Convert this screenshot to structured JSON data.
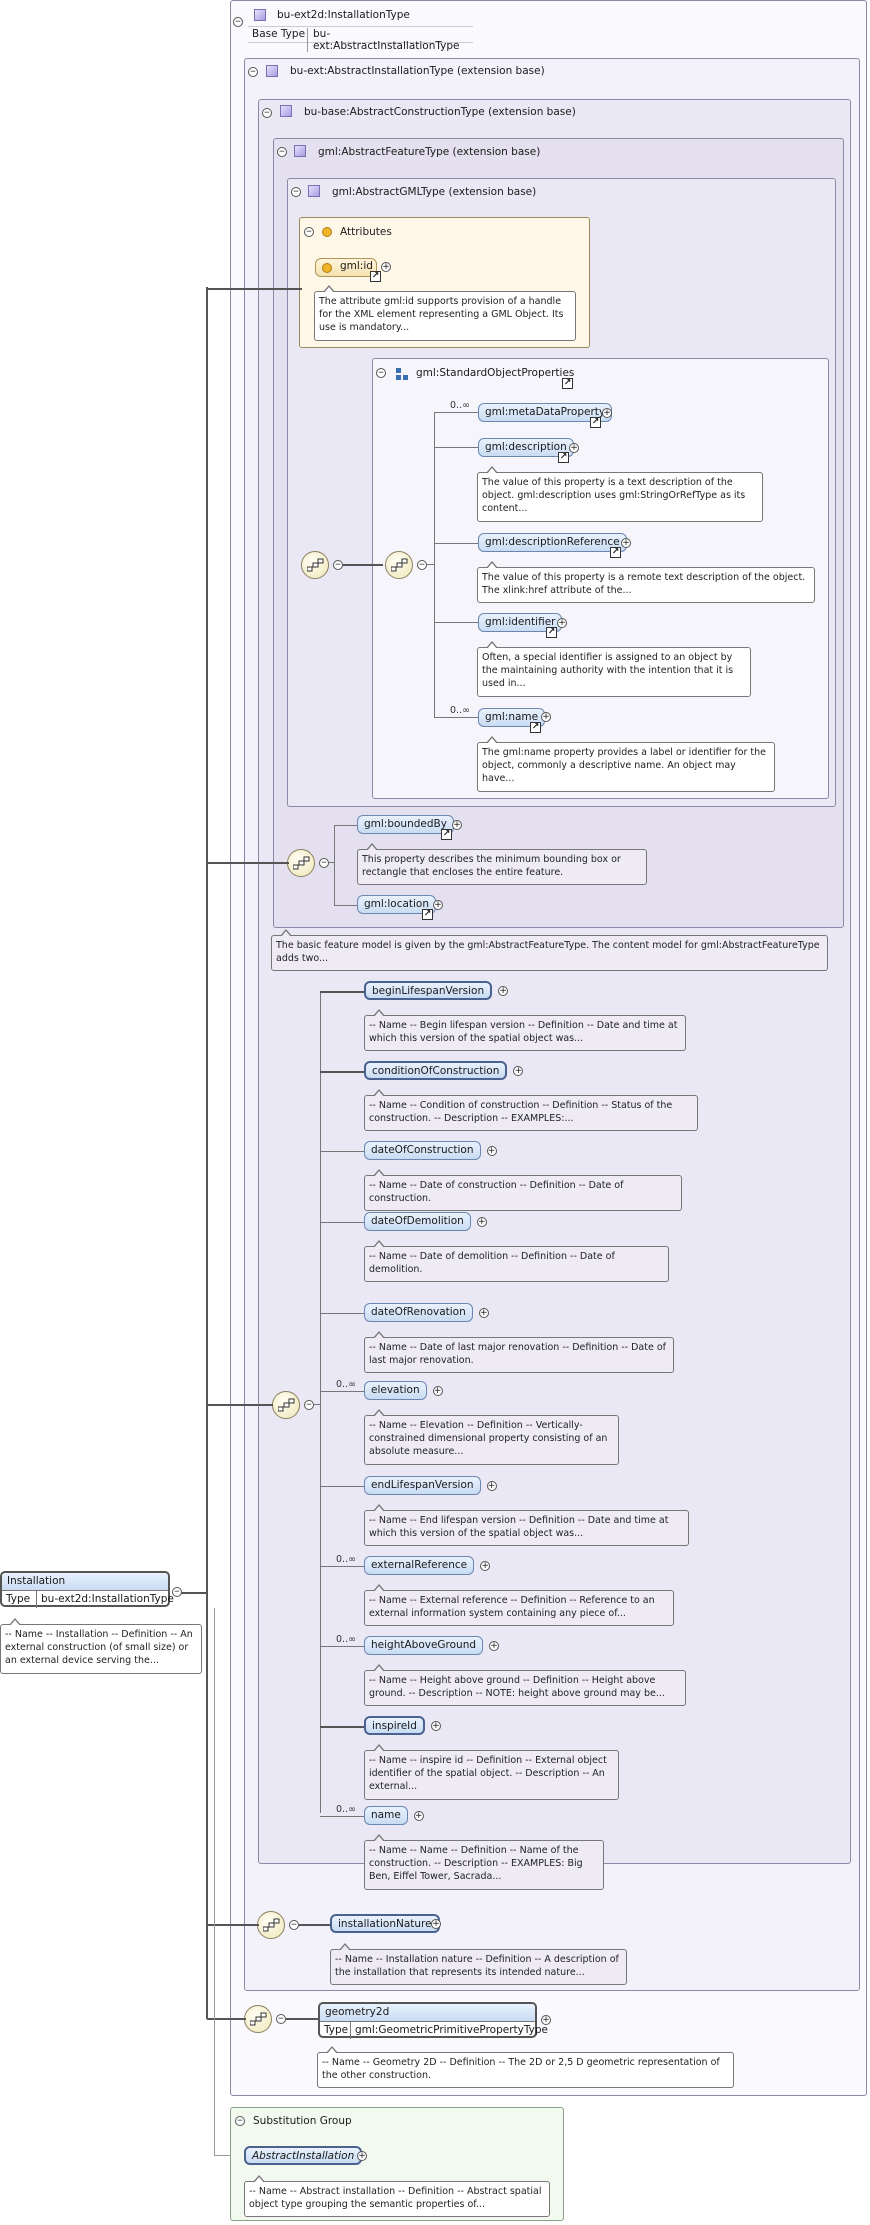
{
  "root": {
    "name": "Installation",
    "type_key": "Type",
    "type_value": "bu-ext2d:InstallationType",
    "doc": "-- Name -- Installation -- Definition -- An external construction (of small size) or an external device serving the..."
  },
  "complex_type": {
    "title": "bu-ext2d:InstallationType",
    "base_type_key": "Base Type",
    "base_type_value": "bu-ext:AbstractInstallationType"
  },
  "extensions": {
    "abstract_installation": "bu-ext:AbstractInstallationType (extension base)",
    "abstract_construction": "bu-base:AbstractConstructionType (extension base)",
    "abstract_feature": "gml:AbstractFeatureType (extension base)",
    "abstract_gml": "gml:AbstractGMLType (extension base)"
  },
  "attributes": {
    "title": "Attributes",
    "id_name": "gml:id",
    "id_doc": "The attribute gml:id supports provision of a handle for the XML element representing a GML Object. Its use is mandatory..."
  },
  "standard_props": {
    "title": "gml:StandardObjectProperties",
    "items": [
      {
        "name": "gml:metaDataProperty",
        "occ": "0..∞",
        "doc": ""
      },
      {
        "name": "gml:description",
        "occ": "",
        "doc": "The value of this property is a text description of the object. gml:description uses gml:StringOrRefType as its content..."
      },
      {
        "name": "gml:descriptionReference",
        "occ": "",
        "doc": "The value of this property is a remote text description of the object. The xlink:href attribute of the..."
      },
      {
        "name": "gml:identifier",
        "occ": "",
        "doc": "Often, a special identifier is assigned to an object by the maintaining authority with the intention that it is used in..."
      },
      {
        "name": "gml:name",
        "occ": "0..∞",
        "doc": "The gml:name property provides a label or identifier for the object, commonly a descriptive name. An object may have..."
      }
    ]
  },
  "feature_props": {
    "bounded_by": "gml:boundedBy",
    "bounded_by_doc": "This property describes the minimum bounding box or rectangle that encloses the entire feature.",
    "location": "gml:location"
  },
  "feature_doc": "The basic feature model is given by the gml:AbstractFeatureType. The content model for gml:AbstractFeatureType adds two...",
  "construction_props": [
    {
      "name": "beginLifespanVersion",
      "occ": "",
      "doc": "-- Name -- Begin lifespan version -- Definition -- Date and time at which this version of the spatial object was..."
    },
    {
      "name": "conditionOfConstruction",
      "occ": "",
      "doc": "-- Name -- Condition of construction -- Definition -- Status of the construction. -- Description -- EXAMPLES:..."
    },
    {
      "name": "dateOfConstruction",
      "occ": "",
      "doc": "-- Name -- Date of construction -- Definition -- Date of construction."
    },
    {
      "name": "dateOfDemolition",
      "occ": "",
      "doc": "-- Name -- Date of demolition -- Definition -- Date of demolition."
    },
    {
      "name": "dateOfRenovation",
      "occ": "",
      "doc": "-- Name -- Date of last major renovation -- Definition -- Date of last major renovation."
    },
    {
      "name": "elevation",
      "occ": "0..∞",
      "doc": "-- Name -- Elevation -- Definition -- Vertically-constrained dimensional property consisting of an absolute measure..."
    },
    {
      "name": "endLifespanVersion",
      "occ": "",
      "doc": "-- Name -- End lifespan version -- Definition -- Date and time at which this version of the spatial object was..."
    },
    {
      "name": "externalReference",
      "occ": "0..∞",
      "doc": "-- Name -- External reference -- Definition -- Reference to an external information system containing any piece of..."
    },
    {
      "name": "heightAboveGround",
      "occ": "0..∞",
      "doc": "-- Name -- Height above ground -- Definition -- Height above ground. -- Description -- NOTE: height above ground may be..."
    },
    {
      "name": "inspireId",
      "occ": "",
      "doc": "-- Name -- inspire id -- Definition -- External object identifier of the spatial object. -- Description -- An external..."
    },
    {
      "name": "name",
      "occ": "0..∞",
      "doc": "-- Name -- Name -- Definition -- Name of the construction. -- Description -- EXAMPLES: Big Ben, Eiffel Tower, Sacrada..."
    }
  ],
  "installation_nature": {
    "name": "installationNature",
    "doc": "-- Name -- Installation nature -- Definition -- A description of the installation that represents its intended nature..."
  },
  "geometry": {
    "name": "geometry2d",
    "type_key": "Type",
    "type_value": "gml:GeometricPrimitivePropertyType",
    "doc": "-- Name -- Geometry 2D -- Definition -- The 2D or 2,5 D geometric representation of the other construction."
  },
  "substitution": {
    "title": "Substitution Group",
    "name": "AbstractInstallation",
    "doc": "-- Name -- Abstract installation -- Definition -- Abstract spatial object type grouping the semantic properties of..."
  },
  "glyphs": {
    "minus": "−",
    "plus": "+",
    "arrow": "↗"
  },
  "colors": {
    "element_fill": "#c9dcf3",
    "attribute_fill": "#fff8e8",
    "extension_fill": "#f3f1fa",
    "substitution_fill": "#f2faf0"
  }
}
